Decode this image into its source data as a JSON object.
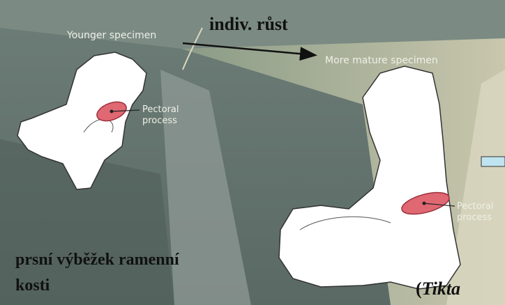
{
  "title": "indiv. růst",
  "labels": {
    "younger": "Younger specimen",
    "mature": "More mature specimen",
    "pectoral_1": "Pectoral\nprocess",
    "pectoral_2": "Pectoral\nprocess"
  },
  "caption": {
    "line1": "prsní výběžek ramenní",
    "line2": "kosti"
  },
  "taxon": {
    "open": "(",
    "name": "Tikta"
  },
  "colors": {
    "background": "#6b7b74",
    "bone": "#ffffff",
    "highlight": "#e06872",
    "label": "#eef0e8",
    "caption": "#111111"
  }
}
